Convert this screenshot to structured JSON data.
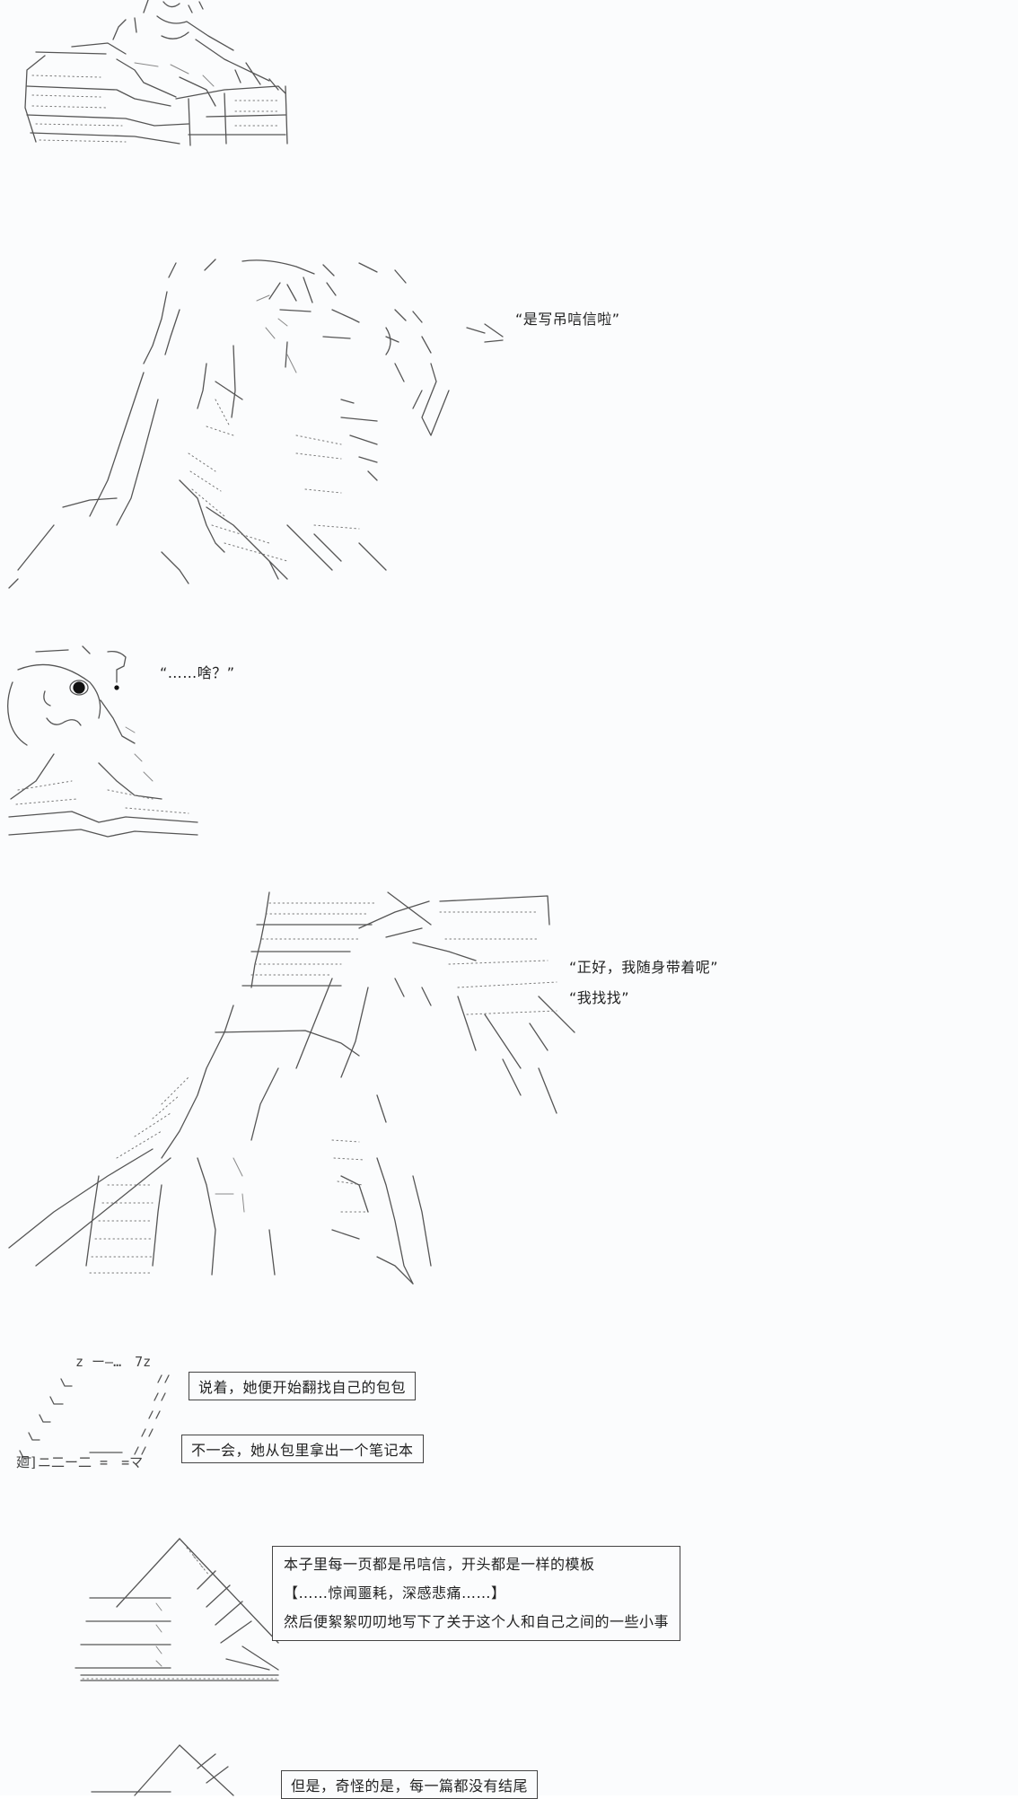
{
  "panels": [
    {
      "id": "panel-1",
      "speech": []
    },
    {
      "id": "panel-2",
      "speech": [
        "“是写吊唁信啦”"
      ]
    },
    {
      "id": "panel-3",
      "speech": [
        "“……啥？”"
      ]
    },
    {
      "id": "panel-4",
      "speech": [
        "“正好，我随身带着呢”",
        "“我找找”"
      ]
    },
    {
      "id": "panel-5",
      "sleep_mark_top": "z ー―…　7z",
      "sleep_mark_bottom": "廻]ニ二ー二 =　=マ",
      "narration": [
        "说着，她便开始翻找自己的包包",
        "不一会，她从包里拿出一个笔记本"
      ]
    },
    {
      "id": "panel-6",
      "narration": [
        "本子里每一页都是吊唁信，开头都是一样的模板",
        "【……惊闻噩耗，深感悲痛……】",
        "然后便絮絮叨叨地写下了关于这个人和自己之间的一些小事"
      ]
    },
    {
      "id": "panel-7",
      "narration": [
        "但是，奇怪的是，每一篇都没有结尾"
      ]
    }
  ]
}
